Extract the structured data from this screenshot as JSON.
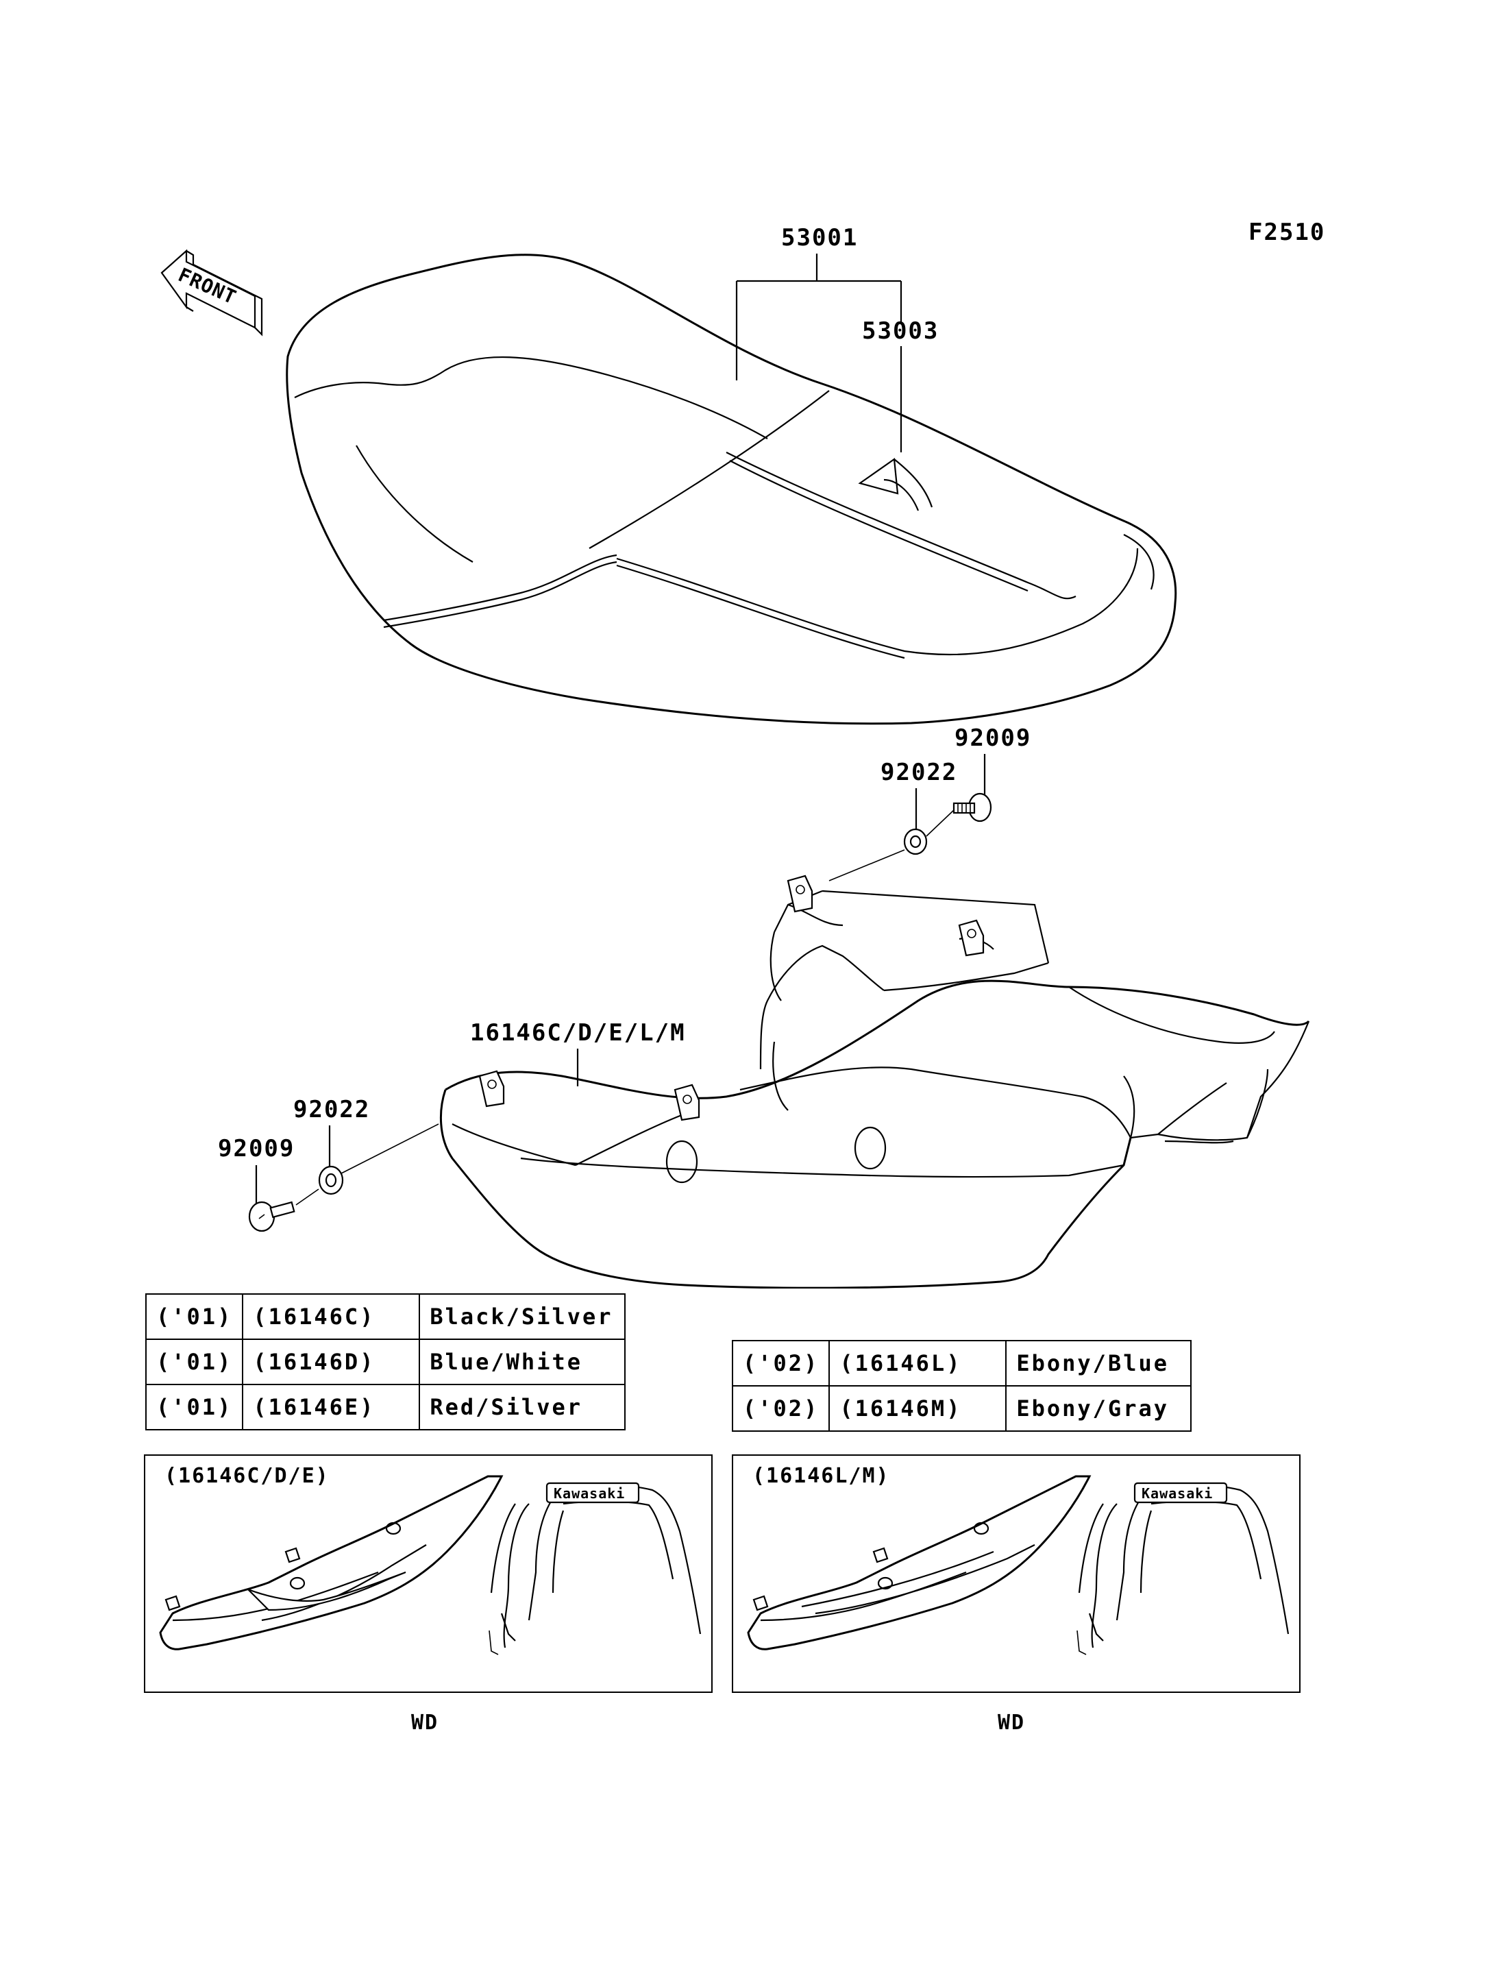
{
  "diagram": {
    "code": "F2510",
    "front_label": "FRONT",
    "part_labels": {
      "seat": "53001",
      "seat_sub": "53003",
      "bolt_top": "92009",
      "washer_top": "92022",
      "cover": "16146C/D/E/L/M",
      "washer_left": "92022",
      "bolt_left": "92009"
    }
  },
  "color_table_left": [
    {
      "year": "('01)",
      "code": "(16146C)",
      "color": "Black/Silver"
    },
    {
      "year": "('01)",
      "code": "(16146D)",
      "color": "Blue/White"
    },
    {
      "year": "('01)",
      "code": "(16146E)",
      "color": "Red/Silver"
    }
  ],
  "color_table_right": [
    {
      "year": "('02)",
      "code": "(16146L)",
      "color": "Ebony/Blue"
    },
    {
      "year": "('02)",
      "code": "(16146M)",
      "color": "Ebony/Gray"
    }
  ],
  "insets": [
    {
      "title": "(16146C/D/E)",
      "logo": "Kawasaki",
      "caption": "WD"
    },
    {
      "title": "(16146L/M)",
      "logo": "Kawasaki",
      "caption": "WD"
    }
  ]
}
